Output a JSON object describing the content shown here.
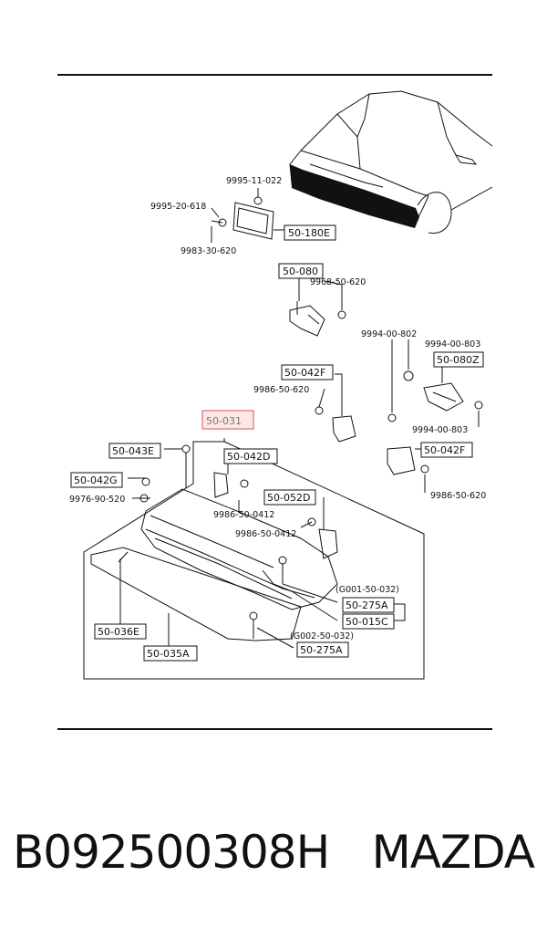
{
  "callouts": {
    "p9995_11_022": "9995-11-022",
    "p9995_20_618": "9995-20-618",
    "p9983_30_620": "9983-30-620",
    "b50_180e": "50-180E",
    "b50_080": "50-080",
    "p9968_50_620": "9968-50-620",
    "p9994_00_802": "9994-00-802",
    "p9994_00_803a": "9994-00-803",
    "b50_080z": "50-080Z",
    "b50_042f_a": "50-042F",
    "p9986_50_620_a": "9986-50-620",
    "b50_031": "50-031",
    "p9994_00_803b": "9994-00-803",
    "b50_043e": "50-043E",
    "b50_042d": "50-042D",
    "b50_042f_b": "50-042F",
    "b50_042g": "50-042G",
    "p9976_90_520": "9976-90-520",
    "p9986_50_0412_a": "9986-50-0412",
    "b50_052d": "50-052D",
    "p9986_50_620_b": "9986-50-620",
    "p9986_50_0412_b": "9986-50-0412",
    "g001": "(G001-50-032)",
    "b50_275a_a": "50-275A",
    "b50_015c": "50-015C",
    "b50_036e": "50-036E",
    "g002": "(G002-50-032)",
    "b50_275a_b": "50-275A",
    "b50_035a": "50-035A"
  },
  "footer": {
    "part_number": "B092500308H",
    "brand": "MAZDA"
  }
}
